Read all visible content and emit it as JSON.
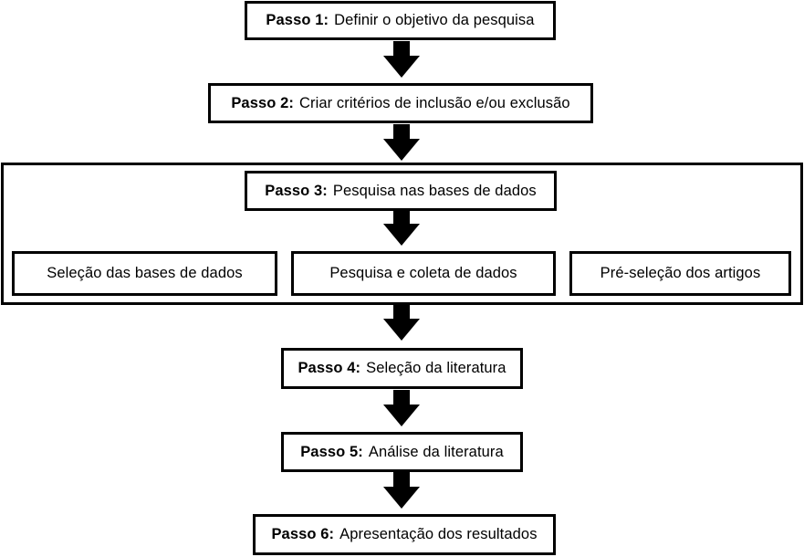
{
  "steps": [
    {
      "label": "Passo 1:",
      "text": "Definir o objetivo da pesquisa"
    },
    {
      "label": "Passo 2:",
      "text": "Criar critérios de inclusão e/ou exclusão"
    },
    {
      "label": "Passo 3:",
      "text": "Pesquisa nas bases de dados"
    },
    {
      "label": "Passo 4:",
      "text": "Seleção da literatura"
    },
    {
      "label": "Passo 5:",
      "text": "Análise da literatura"
    },
    {
      "label": "Passo 6:",
      "text": "Apresentação dos resultados"
    }
  ],
  "substeps": [
    {
      "text": "Seleção das bases de dados"
    },
    {
      "text": "Pesquisa e coleta de dados"
    },
    {
      "text": "Pré-seleção dos artigos"
    }
  ],
  "colors": {
    "stroke": "#000000",
    "fill": "#ffffff"
  },
  "icons": {
    "connector": "down-arrow-icon"
  }
}
